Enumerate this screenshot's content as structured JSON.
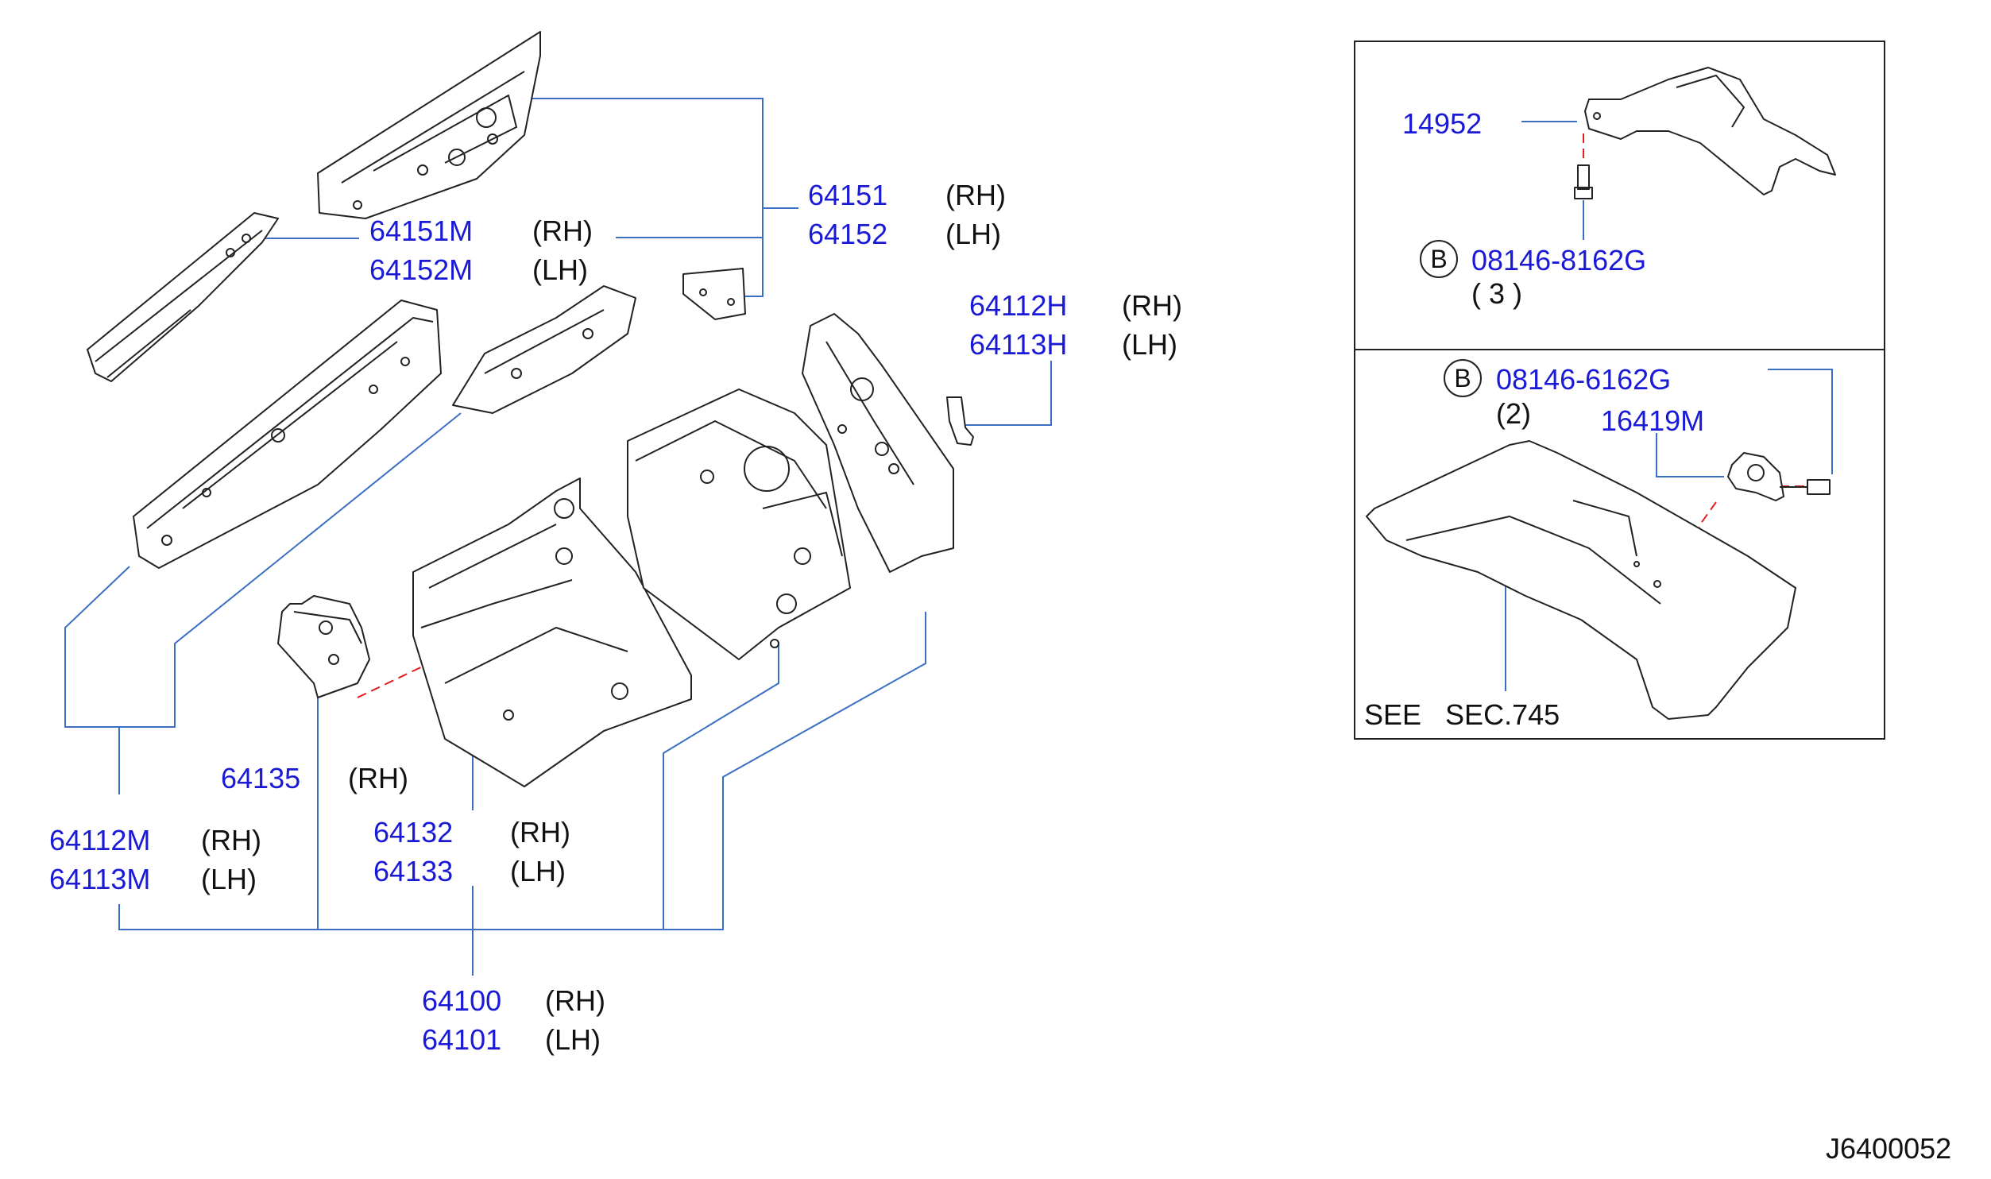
{
  "diagram_code": "J6400052",
  "colors": {
    "part_number": "#1a1ad6",
    "leader": "#3a6fc4",
    "dashed": "#e02020",
    "outline": "#222222"
  },
  "callouts": {
    "p64151": {
      "number": "64151",
      "side": "(RH)"
    },
    "p64152": {
      "number": "64152",
      "side": "(LH)"
    },
    "p64151M": {
      "number": "64151M",
      "side": "(RH)"
    },
    "p64152M": {
      "number": "64152M",
      "side": "(LH)"
    },
    "p64112H": {
      "number": "64112H",
      "side": "(RH)"
    },
    "p64113H": {
      "number": "64113H",
      "side": "(LH)"
    },
    "p64135": {
      "number": "64135",
      "side": "(RH)"
    },
    "p64112M": {
      "number": "64112M",
      "side": "(RH)"
    },
    "p64113M": {
      "number": "64113M",
      "side": "(LH)"
    },
    "p64132": {
      "number": "64132",
      "side": "(RH)"
    },
    "p64133": {
      "number": "64133",
      "side": "(LH)"
    },
    "p64100": {
      "number": "64100",
      "side": "(RH)"
    },
    "p64101": {
      "number": "64101",
      "side": "(LH)"
    }
  },
  "inset_top": {
    "part": "14952",
    "bolt_marker": "B",
    "bolt": "08146-8162G",
    "qty": "( 3 )"
  },
  "inset_bottom": {
    "bolt_marker": "B",
    "bolt": "08146-6162G",
    "qty": "(2)",
    "part": "16419M",
    "see_text": "SEE   SEC.745"
  }
}
